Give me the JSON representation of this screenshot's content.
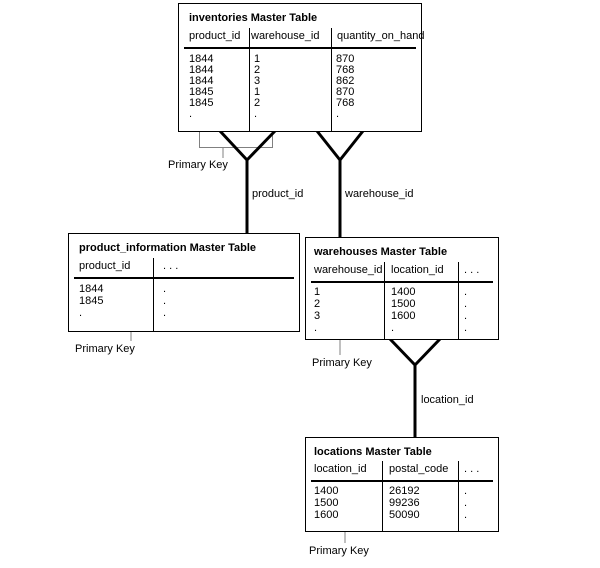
{
  "diagram": {
    "primary_key_label": "Primary Key",
    "connector_labels": {
      "product_id": "product_id",
      "warehouse_id": "warehouse_id",
      "location_id": "location_id"
    },
    "tables": {
      "inventories": {
        "title": "inventories Master Table",
        "headers": [
          "product_id",
          "warehouse_id",
          "quantity_on_hand"
        ],
        "rows": [
          [
            "1844",
            "1",
            "870"
          ],
          [
            "1844",
            "2",
            "768"
          ],
          [
            "1844",
            "3",
            "862"
          ],
          [
            "1845",
            "1",
            "870"
          ],
          [
            "1845",
            "2",
            "768"
          ],
          [
            ".",
            ".",
            "."
          ]
        ]
      },
      "product_information": {
        "title": "product_information Master Table",
        "headers": [
          "product_id",
          ". . ."
        ],
        "rows": [
          [
            "1844",
            "."
          ],
          [
            "1845",
            "."
          ],
          [
            ".",
            "."
          ]
        ]
      },
      "warehouses": {
        "title": "warehouses Master Table",
        "headers": [
          "warehouse_id",
          "location_id",
          ". . ."
        ],
        "rows": [
          [
            "1",
            "1400",
            "."
          ],
          [
            "2",
            "1500",
            "."
          ],
          [
            "3",
            "1600",
            "."
          ],
          [
            ".",
            ".",
            "."
          ]
        ]
      },
      "locations": {
        "title": "locations Master Table",
        "headers": [
          "location_id",
          "postal_code",
          ". . ."
        ],
        "rows": [
          [
            "1400",
            "26192",
            "."
          ],
          [
            "1500",
            "99236",
            "."
          ],
          [
            "1600",
            "50090",
            "."
          ]
        ]
      }
    }
  }
}
